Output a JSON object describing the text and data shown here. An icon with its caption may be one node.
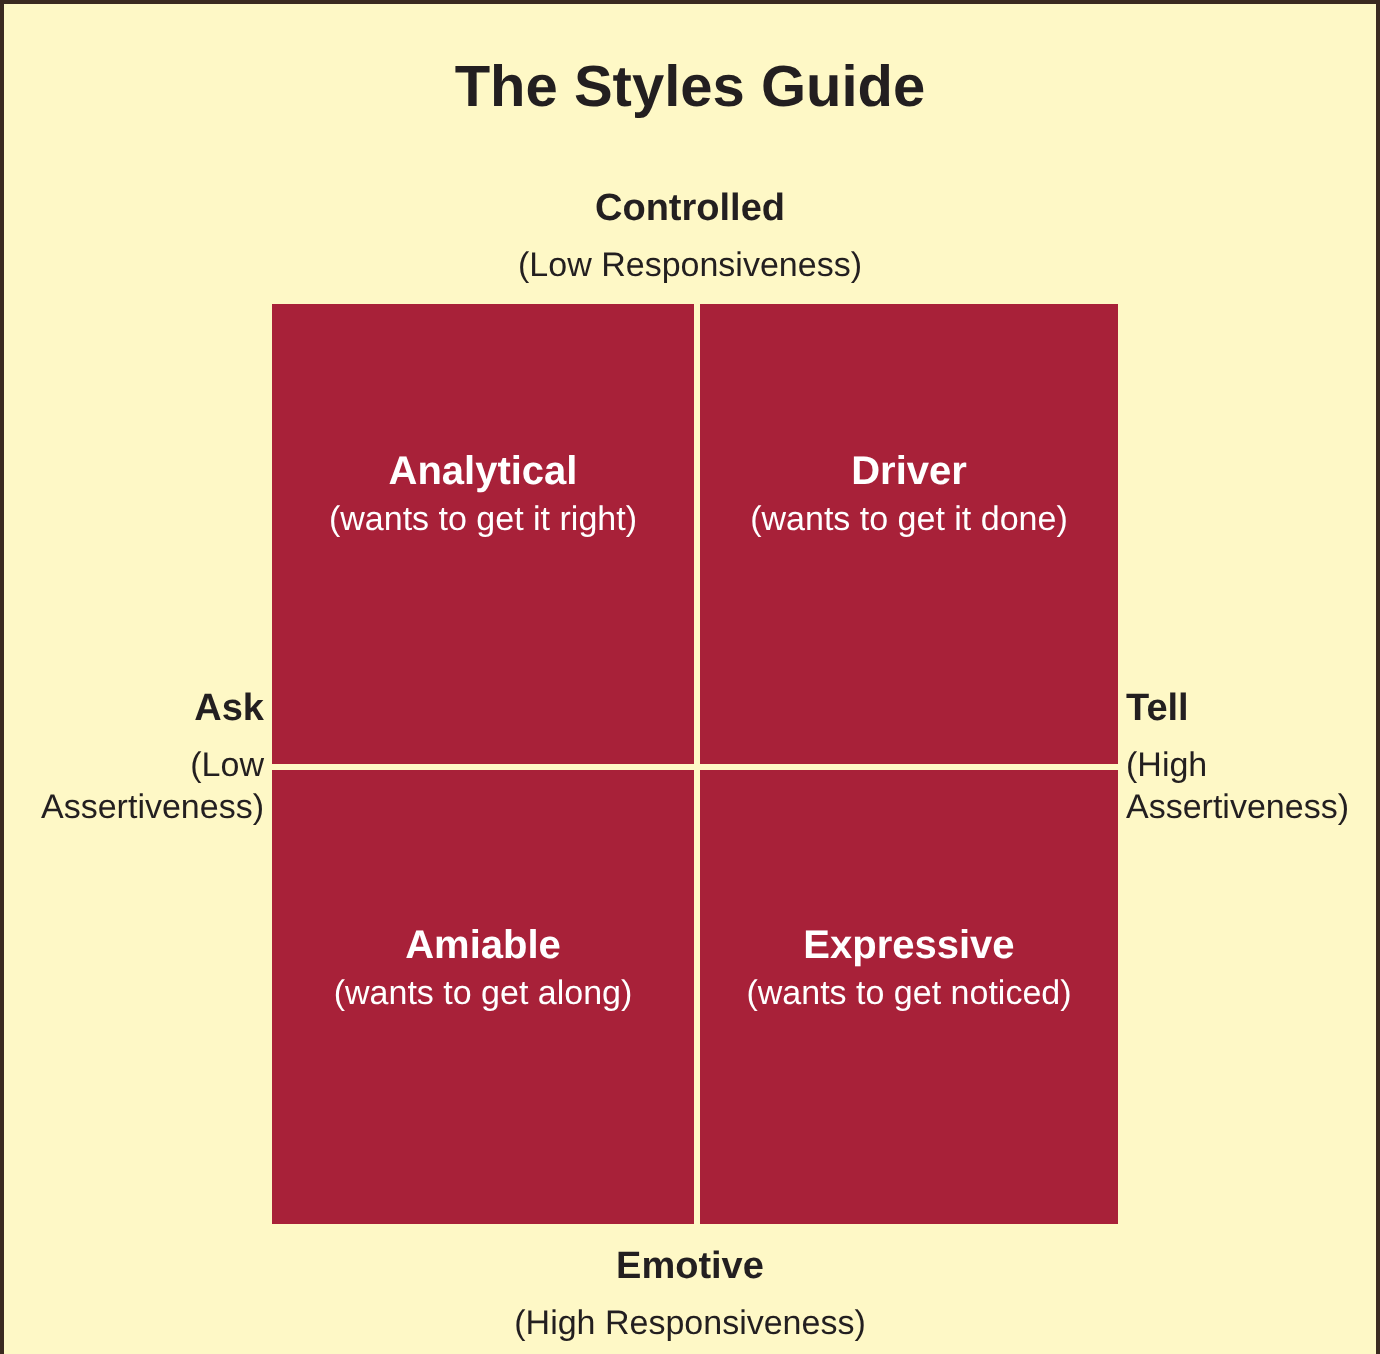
{
  "diagram": {
    "title": "The Styles Guide",
    "nodes": [
      {
        "text": [
          "Analytical",
          "(wants to get it right)"
        ]
      },
      {
        "text": [
          "Driver",
          "(wants to get it done)"
        ]
      },
      {
        "text": [
          "Amiable",
          "(wants to get along)"
        ]
      },
      {
        "text": [
          "Expressive",
          "(wants to get noticed)"
        ]
      }
    ],
    "labels": [
      "Controlled",
      "(Low Responsiveness)",
      "Ask",
      "(Low Assertiveness)",
      "Tell",
      "(High Assertiveness)",
      "Emotive",
      "(High Responsiveness)"
    ]
  }
}
